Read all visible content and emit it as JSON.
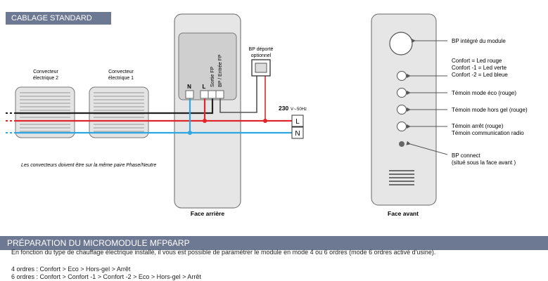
{
  "headers": {
    "wiring": "CABLAGE STANDARD",
    "prep": "PRÉPARATION DU MICROMODULE MFP6ARP"
  },
  "rear": {
    "conv2_line1": "Convecteur",
    "conv2_line2": "électrique 2",
    "conv1_line1": "Convecteur",
    "conv1_line2": "électrique 1",
    "term_n": "N",
    "term_l": "L",
    "term_sortie": "Sortie FP",
    "term_bp": "BP / Entrée FP",
    "bp_line1": "BP déporté",
    "bp_line2": "optionnel",
    "voltage": "230",
    "voltage_unit": "V∼50Hz",
    "bus_l": "L",
    "bus_n": "N",
    "note": "Les convecteurs doivent être sur la même paire Phase/Neutre",
    "caption": "Face arrière"
  },
  "front": {
    "caption": "Face avant",
    "bp_integre": "BP intégré du module",
    "confort": "Confort = Led rouge",
    "confort1": "Confort -1 = Led verte",
    "confort2": "Confort -2 = Led bleue",
    "eco": "Témoin mode éco (rouge)",
    "horsgel": "Témoin mode hors gel (rouge)",
    "arret1": "Témoin arrêt (rouge)",
    "arret2": "Témoin communication radio",
    "connect1": "BP connect",
    "connect2": "(situé sous la face avant )"
  },
  "prep": {
    "intro": "En fonction du type de chauffage électrique installé, il vous est possible de paramétrer le module en mode 4 ou 6 ordres (mode 6 ordres activé d'usine).",
    "line4": "4 ordres : Confort > Eco > Hors-gel > Arrêt",
    "line6": "6 ordres : Confort > Confort -1 > Confort -2 >  Eco > Hors-gel > Arrêt"
  },
  "colors": {
    "header_bg": "#6d7893",
    "live_wire": "#e0262a",
    "neutral_wire": "#2ea6df",
    "pilot_wire": "#222222",
    "device_bg": "#e6e6e6"
  }
}
